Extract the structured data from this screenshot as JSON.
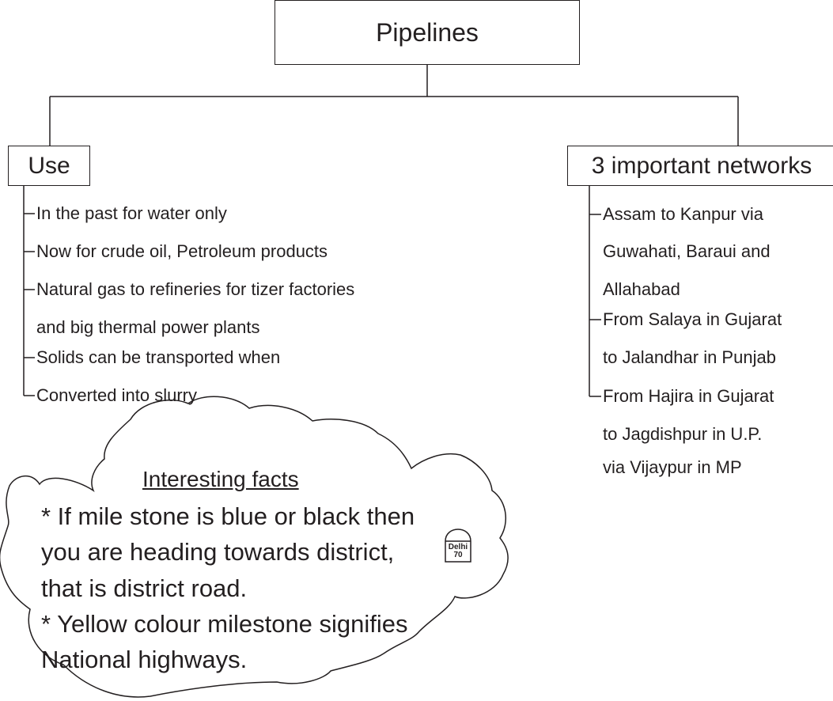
{
  "root": {
    "title": "Pipelines"
  },
  "use": {
    "title": "Use",
    "items": [
      "In the past for water only",
      "Now for crude oil, Petroleum products",
      "Natural gas to refineries for tizer factories",
      "and big thermal power plants",
      "Solids can be transported when",
      "Converted into slurry"
    ]
  },
  "networks": {
    "title": "3 important networks",
    "items": [
      "Assam to Kanpur via",
      "Guwahati, Baraui and",
      "Allahabad",
      "From Salaya in Gujarat",
      "to Jalandhar in Punjab",
      "From Hajira in Gujarat",
      "to Jagdishpur in U.P.",
      "via Vijaypur in MP"
    ]
  },
  "facts": {
    "title": "Interesting facts",
    "lines": [
      "* If mile stone is blue or black then",
      "you are heading towards district,",
      "that is district road.",
      "* Yellow colour milestone signifies",
      "National highways."
    ],
    "milestone_place": "Delhi",
    "milestone_distance": "70"
  }
}
